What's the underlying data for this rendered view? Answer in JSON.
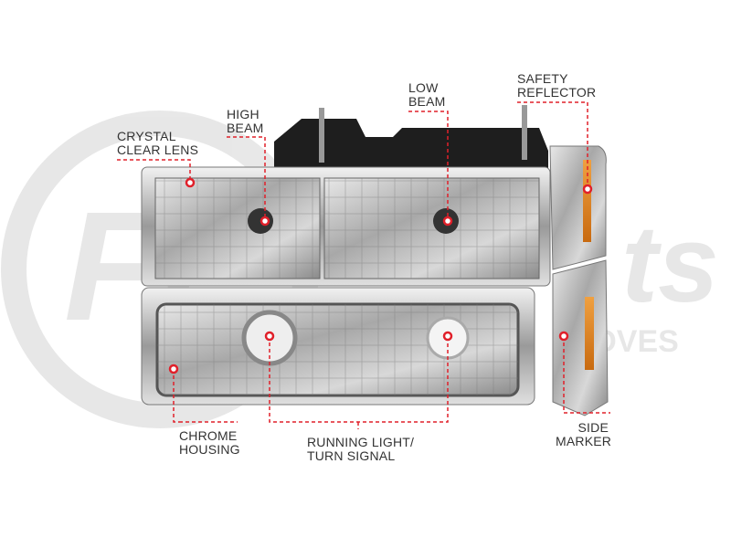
{
  "watermark": {
    "brand": "FinditParts",
    "tagline": "MOVES"
  },
  "accent_color": "#e0202a",
  "callouts": {
    "crystal_clear_lens": [
      "CRYSTAL",
      "CLEAR LENS"
    ],
    "high_beam": [
      "HIGH",
      "BEAM"
    ],
    "low_beam": [
      "LOW",
      "BEAM"
    ],
    "safety_reflector": [
      "SAFETY",
      "REFLECTOR"
    ],
    "chrome_housing": [
      "CHROME",
      "HOUSING"
    ],
    "running_light": [
      "RUNNING LIGHT/",
      "TURN SIGNAL"
    ],
    "side_marker": [
      "SIDE",
      "MARKER"
    ]
  }
}
